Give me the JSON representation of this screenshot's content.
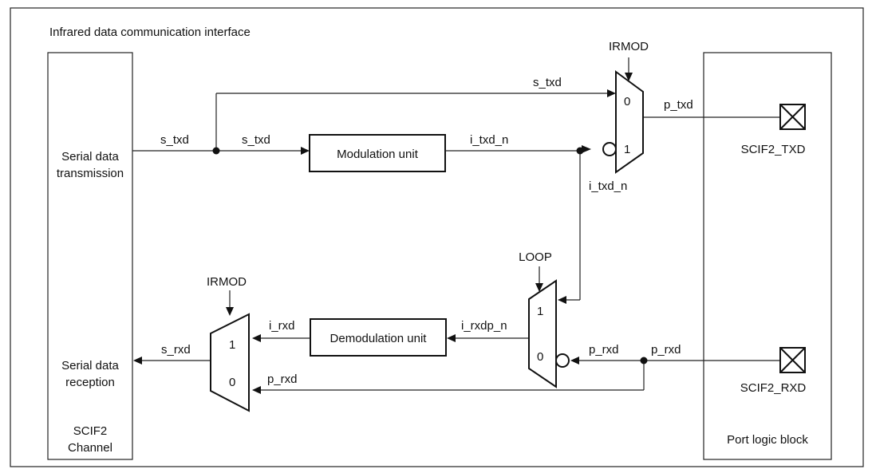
{
  "title": "Infrared data communication interface",
  "blocks": {
    "scif2_channel": {
      "tx_label": [
        "Serial data",
        "transmission"
      ],
      "rx_label": [
        "Serial data",
        "reception"
      ],
      "name": [
        "SCIF2",
        "Channel"
      ]
    },
    "port_logic": {
      "name": "Port logic block"
    },
    "modulation": "Modulation unit",
    "demodulation": "Demodulation unit"
  },
  "mux_tx": {
    "control": "IRMOD",
    "input0": "0",
    "input1": "1"
  },
  "mux_loop": {
    "control": "LOOP",
    "input1": "1",
    "input0": "0"
  },
  "mux_rx": {
    "control": "IRMOD",
    "input1": "1",
    "input0": "0"
  },
  "pins": {
    "txd": "SCIF2_TXD",
    "rxd": "SCIF2_RXD"
  },
  "signals": {
    "s_txd_out": "s_txd",
    "s_txd_mod": "s_txd",
    "s_txd_bypass": "s_txd",
    "i_txd_n": "i_txd_n",
    "i_txd_n_loop": "i_txd_n",
    "p_txd": "p_txd",
    "i_rxdp_n": "i_rxdp_n",
    "i_rxd": "i_rxd",
    "s_rxd": "s_rxd",
    "p_rxd_pin": "p_rxd",
    "p_rxd_loop": "p_rxd",
    "p_rxd_bypass": "p_rxd"
  }
}
